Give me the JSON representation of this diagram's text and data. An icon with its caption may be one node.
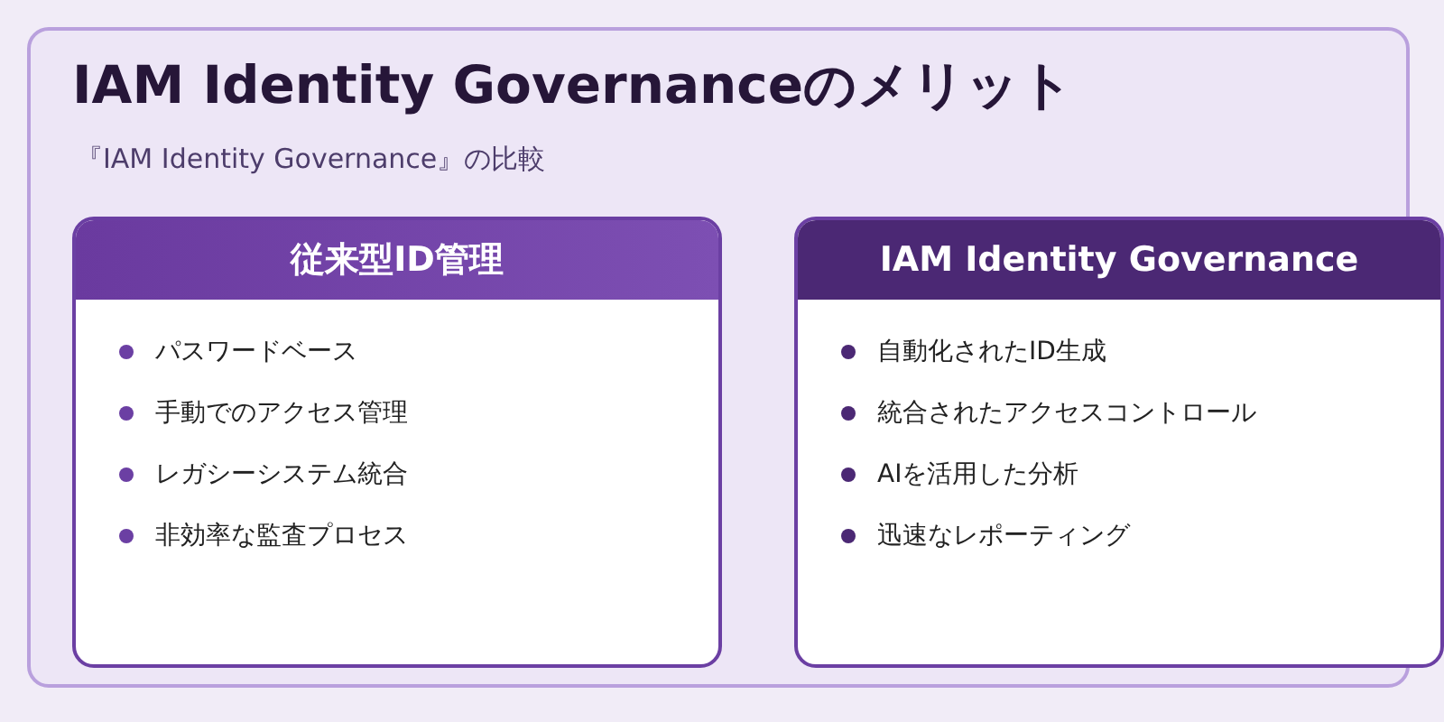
{
  "diagram": {
    "title": "IAM Identity Governanceのメリット",
    "nodes": [
      {
        "text": [
          "従来型ID管理",
          "パスワードベース",
          "手動でのアクセス管理",
          "レガシーシステム統合",
          "非効率な監査プロセス"
        ]
      },
      {
        "text": [
          "IAM Identity Governance",
          "自動化されたID生成",
          "統合されたアクセスコントロール",
          "AIを活用した分析",
          "迅速なレポーティング"
        ]
      }
    ],
    "edges": [],
    "labels": [
      "『IAM Identity Governance』の比較"
    ]
  }
}
